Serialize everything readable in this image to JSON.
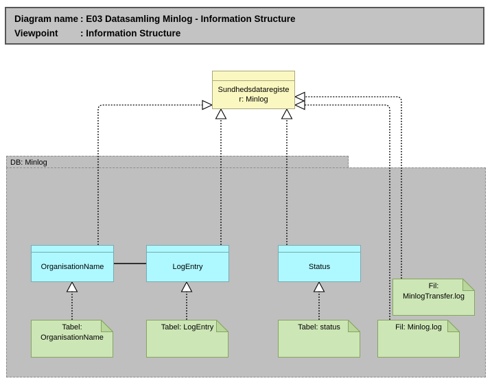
{
  "header": {
    "rows": [
      {
        "label": "Diagram name",
        "value": ": E03 Datasamling Minlog - Information Structure"
      },
      {
        "label": "Viewpoint",
        "value": ": Information Structure"
      }
    ]
  },
  "group": {
    "label": "DB: Minlog"
  },
  "nodes": {
    "registry": {
      "lines": [
        "Sundhedsdataregiste",
        "r: Minlog"
      ]
    },
    "organisation_name": {
      "lines": [
        "OrganisationName"
      ]
    },
    "log_entry": {
      "lines": [
        "LogEntry"
      ]
    },
    "status": {
      "lines": [
        "Status"
      ]
    },
    "tabel_organisation_name": {
      "lines": [
        "Tabel:",
        "OrganisationName"
      ]
    },
    "tabel_log_entry": {
      "lines": [
        "Tabel: LogEntry"
      ]
    },
    "tabel_status": {
      "lines": [
        "Tabel: status"
      ]
    },
    "fil_minlog_log": {
      "lines": [
        "Fil: Minlog.log"
      ]
    },
    "fil_minlog_transfer": {
      "lines": [
        "Fil:",
        "MinlogTransfer.log"
      ]
    }
  },
  "relations": [
    {
      "from": "OrganisationName",
      "to": "Sundhedsdataregister: Minlog",
      "type": "realization"
    },
    {
      "from": "LogEntry",
      "to": "Sundhedsdataregister: Minlog",
      "type": "realization"
    },
    {
      "from": "Status",
      "to": "Sundhedsdataregister: Minlog",
      "type": "realization"
    },
    {
      "from": "Fil: Minlog.log",
      "to": "Sundhedsdataregister: Minlog",
      "type": "realization"
    },
    {
      "from": "Fil: MinlogTransfer.log",
      "to": "Sundhedsdataregister: Minlog",
      "type": "realization"
    },
    {
      "from": "Tabel: OrganisationName",
      "to": "OrganisationName",
      "type": "realization"
    },
    {
      "from": "Tabel: LogEntry",
      "to": "LogEntry",
      "type": "realization"
    },
    {
      "from": "Tabel: status",
      "to": "Status",
      "type": "realization"
    },
    {
      "from": "OrganisationName",
      "to": "LogEntry",
      "type": "association"
    }
  ],
  "colors": {
    "header_fill": "#c3c3c3",
    "header_border": "#565656",
    "container_fill": "#bfbfbf",
    "container_border": "#8a8a8a",
    "object_yellow_fill": "#faf7c0",
    "object_yellow_border": "#a9a878",
    "object_cyan_fill": "#aef8ff",
    "object_cyan_border": "#76aab2",
    "note_green_fill": "#cde6b6",
    "note_green_border": "#84a55c",
    "note_fold_fill": "#b9d69c",
    "connector": "#000000"
  }
}
